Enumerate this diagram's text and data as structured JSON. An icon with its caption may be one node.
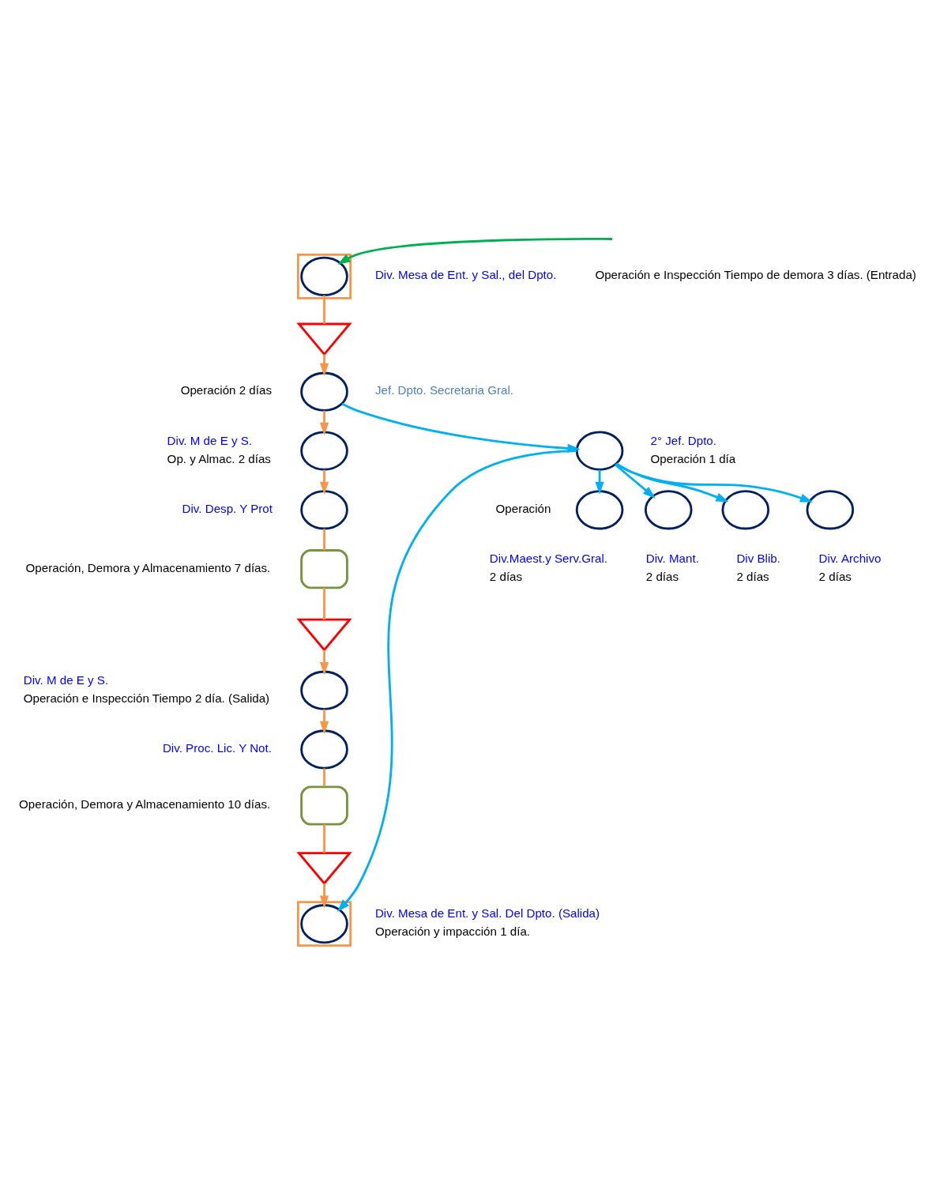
{
  "diagram": {
    "nodes": [
      {
        "text": [],
        "shape": "box"
      },
      {
        "text": [],
        "shape": "circle",
        "in": 0,
        "beside": [
          "Operación e Inspección Tiempo de demora 3 días. (Entrada)",
          "Div. Mesa de Ent. y Sal., del Dpto."
        ]
      },
      {
        "text": [],
        "shape": "triangle"
      },
      {
        "text": [],
        "shape": "circle",
        "beside": [
          "Operación 2 días",
          "Jef. Dpto. Secretaria Gral."
        ]
      },
      {
        "text": [],
        "shape": "circle",
        "beside": [
          "Div. M de E y S.",
          "Op. y Almac. 2 días"
        ]
      },
      {
        "text": [],
        "shape": "circle",
        "beside": [
          "Div. Desp. Y Prot"
        ]
      },
      {
        "text": [],
        "shape": "semicircle",
        "beside": [
          "Operación, Demora y Almacenamiento 7 días."
        ]
      },
      {
        "text": [],
        "shape": "triangle"
      },
      {
        "text": [],
        "shape": "circle",
        "beside": [
          "Div. M de E y S.",
          "Operación e Inspección Tiempo 2 día. (Salida)"
        ]
      },
      {
        "text": [],
        "shape": "circle",
        "beside": [
          "Div. Proc. Lic. Y Not."
        ]
      },
      {
        "text": [],
        "shape": "semicircle",
        "beside": [
          "Operación, Demora y Almacenamiento 10 días."
        ]
      },
      {
        "text": [],
        "shape": "triangle"
      },
      {
        "text": [],
        "shape": "box"
      },
      {
        "text": [],
        "shape": "circle",
        "in": 12,
        "beside": [
          "Div. Mesa de Ent. y Sal. Del Dpto. (Salida)",
          "Operación y impacción 1 día."
        ]
      },
      {
        "text": [],
        "shape": "circle",
        "beside": [
          "2° Jef. Dpto.",
          "Operación 1 día"
        ]
      },
      {
        "text": [],
        "shape": "circle",
        "beside": [
          "Div.Maest.y Serv.Gral.",
          "2 días"
        ]
      },
      {
        "text": [],
        "shape": "circle",
        "beside": [
          "Div. Mant.",
          "2 días"
        ]
      },
      {
        "text": [],
        "shape": "circle",
        "beside": [
          "Div Blib.",
          "2 días"
        ]
      },
      {
        "text": [],
        "shape": "circle",
        "beside": [
          "Div. Archivo",
          "2 días"
        ]
      }
    ],
    "edges": [
      {
        "from": null,
        "to": 1,
        "arrow": "to",
        "color": "#00b050"
      },
      {
        "from": 1,
        "to": 2,
        "arrow": "none"
      },
      {
        "from": 2,
        "to": 3,
        "arrow": "to"
      },
      {
        "from": 3,
        "to": 4,
        "arrow": "to"
      },
      {
        "from": 3,
        "to": 14,
        "arrow": "to",
        "color": "#00b0f0"
      },
      {
        "from": 4,
        "to": 5,
        "arrow": "to"
      },
      {
        "from": 5,
        "to": 6,
        "arrow": "none"
      },
      {
        "from": 6,
        "to": 7,
        "arrow": "none"
      },
      {
        "from": 7,
        "to": 8,
        "arrow": "to"
      },
      {
        "from": 8,
        "to": 9,
        "arrow": "to"
      },
      {
        "from": 9,
        "to": 10,
        "arrow": "none"
      },
      {
        "from": 10,
        "to": 11,
        "arrow": "none"
      },
      {
        "from": 11,
        "to": 13,
        "arrow": "to"
      },
      {
        "from": 14,
        "to": 15,
        "arrow": "to",
        "color": "#00b0f0"
      },
      {
        "from": 14,
        "to": 16,
        "arrow": "to",
        "color": "#00b0f0"
      },
      {
        "from": 14,
        "to": 17,
        "arrow": "to",
        "color": "#00b0f0"
      },
      {
        "from": 14,
        "to": 18,
        "arrow": "to",
        "color": "#00b0f0"
      },
      {
        "from": 14,
        "to": 13,
        "arrow": "to",
        "color": "#00b0f0"
      }
    ],
    "labels": [
      "Operación"
    ]
  }
}
